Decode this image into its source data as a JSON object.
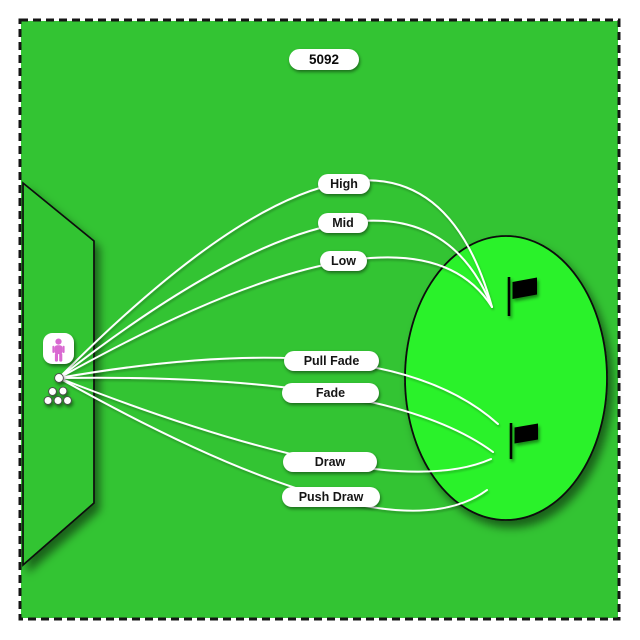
{
  "colors": {
    "field_green": "#33c433",
    "putting_green_fill": "#2bf22b",
    "border_black": "#151515",
    "trajectory_line": "#ffffff",
    "player_pink": "#d969d1",
    "flag_black": "#000000",
    "ball_white": "#ffffff"
  },
  "badge": {
    "value": "5092"
  },
  "trajectories": {
    "high": {
      "label": "High",
      "target": "top-flag"
    },
    "mid": {
      "label": "Mid",
      "target": "top-flag"
    },
    "low": {
      "label": "Low",
      "target": "top-flag"
    },
    "pull_fade": {
      "label": "Pull Fade",
      "target": "bottom-flag"
    },
    "fade": {
      "label": "Fade",
      "target": "bottom-flag"
    },
    "draw": {
      "label": "Draw",
      "target": "bottom-flag"
    },
    "push_draw": {
      "label": "Push Draw",
      "target": "bottom-flag"
    }
  },
  "scene": {
    "flags": [
      {
        "icon": "flag-icon",
        "position": "top"
      },
      {
        "icon": "flag-icon",
        "position": "bottom"
      }
    ],
    "player": {
      "icon": "player-icon"
    },
    "balls": {
      "count": 6
    }
  }
}
